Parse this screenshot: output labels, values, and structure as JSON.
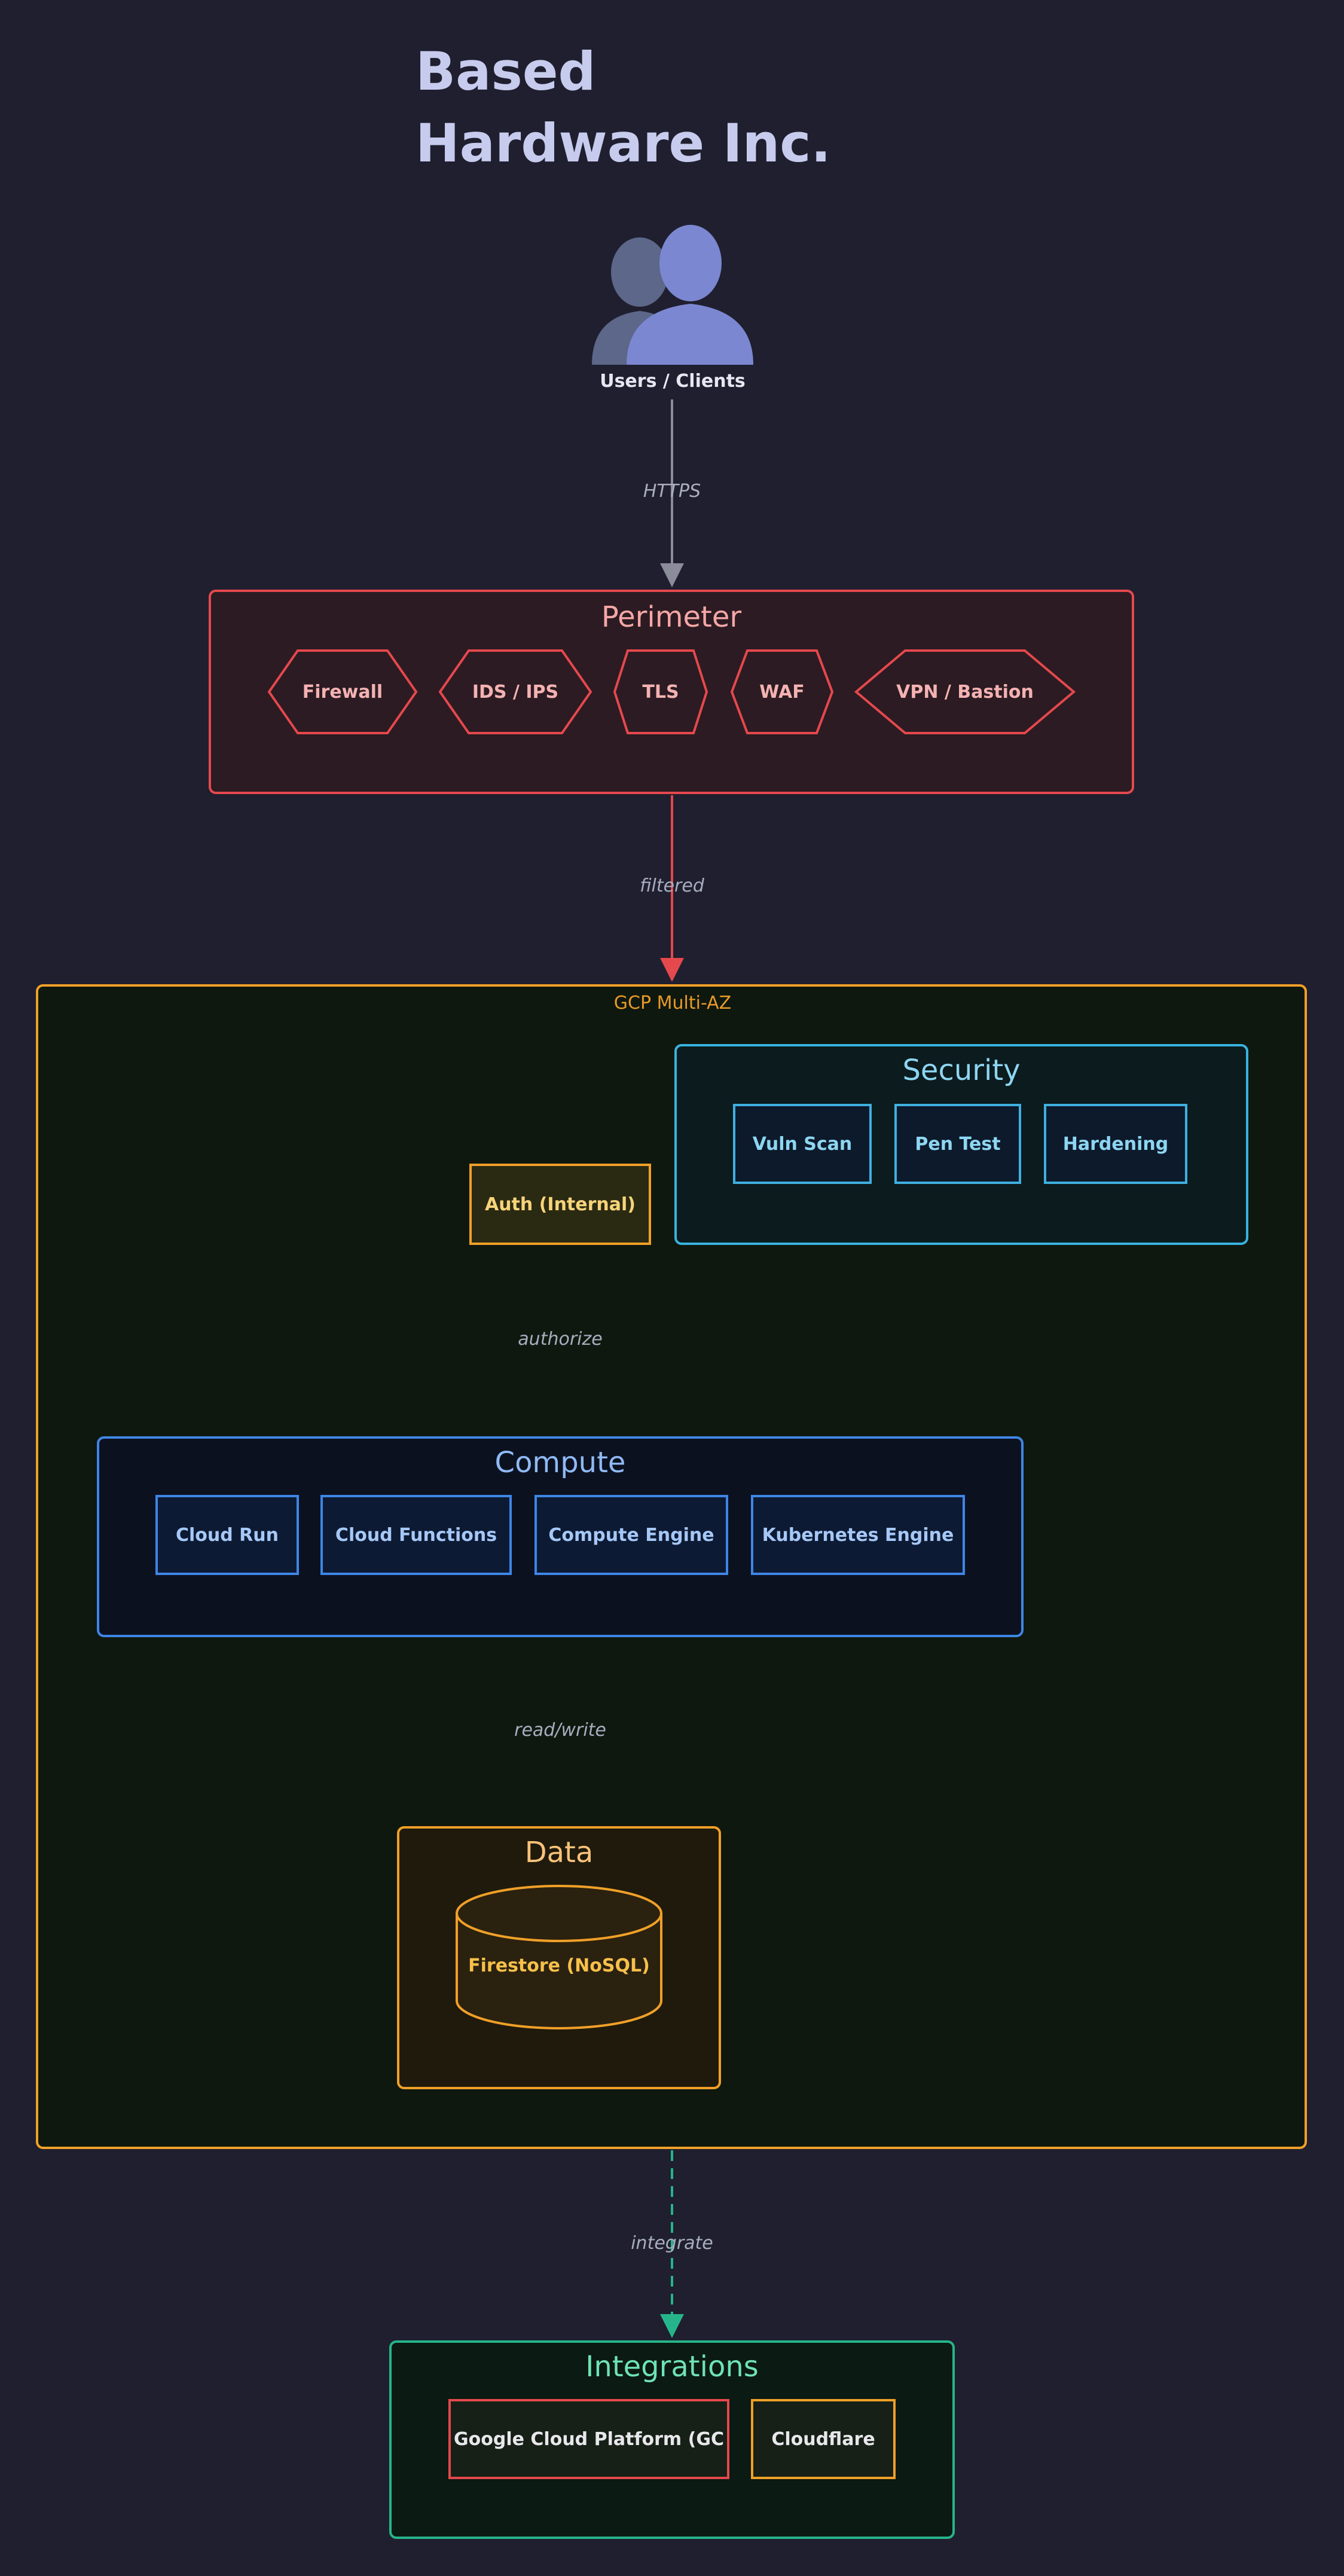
{
  "title": "Based Hardware Inc.",
  "users": {
    "label": "Users / Clients"
  },
  "edges": {
    "https": "HTTPS",
    "filtered": "filtered",
    "authorize": "authorize",
    "read_write": "read/write",
    "integrate": "integrate"
  },
  "perimeter": {
    "title": "Perimeter",
    "items": [
      "Firewall",
      "IDS / IPS",
      "TLS",
      "WAF",
      "VPN / Bastion"
    ]
  },
  "gcp": {
    "label": "GCP Multi-AZ"
  },
  "security": {
    "title": "Security",
    "items": [
      "Vuln Scan",
      "Pen Test",
      "Hardening"
    ]
  },
  "auth": {
    "label": "Auth (Internal)"
  },
  "compute": {
    "title": "Compute",
    "items": [
      "Cloud Run",
      "Cloud Functions",
      "Compute Engine",
      "Kubernetes Engine"
    ]
  },
  "data": {
    "title": "Data",
    "store": "Firestore (NoSQL)"
  },
  "integrations": {
    "title": "Integrations",
    "items": [
      "Google Cloud Platform (GC",
      "Cloudflare"
    ]
  },
  "colors": {
    "background": "#1f1f2f",
    "perimeter": "#e5484d",
    "gcp": "#f0a028",
    "security": "#39b3e0",
    "compute": "#3e86e6",
    "integrations": "#26b58a"
  }
}
